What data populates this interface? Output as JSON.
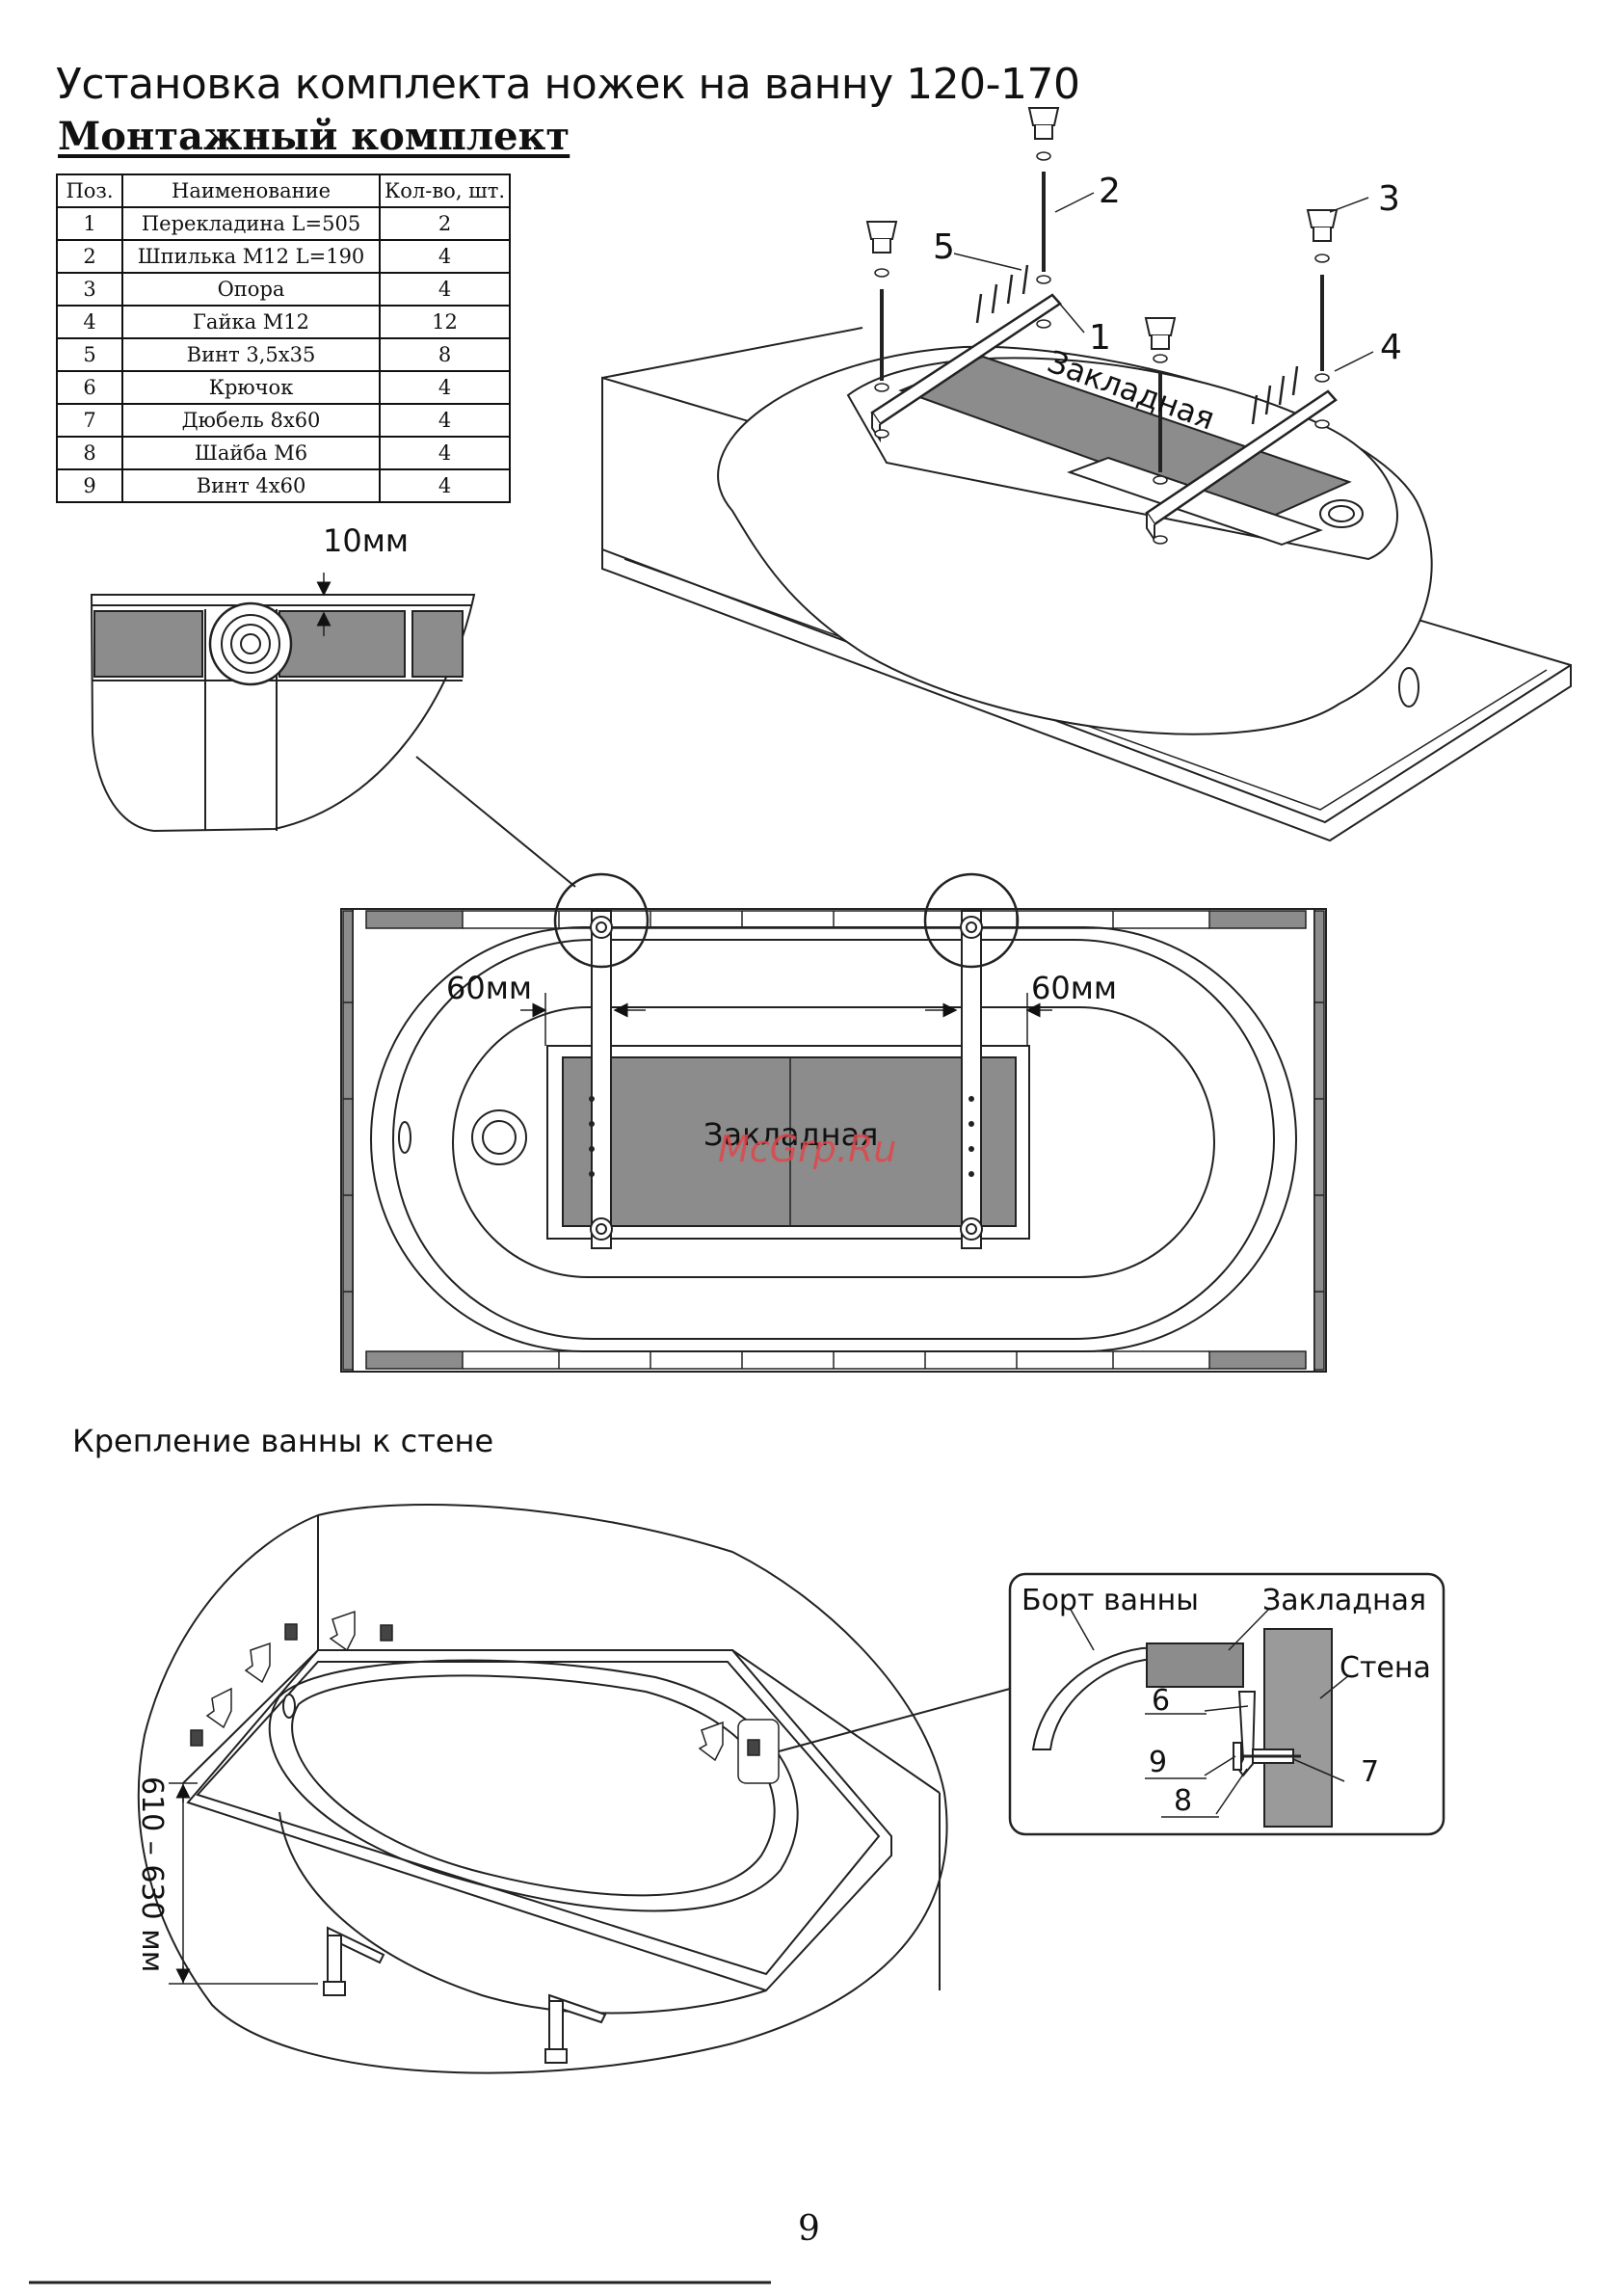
{
  "header": {
    "title": "Установка комплекта ножек на ванну 120-170",
    "subtitle": "Монтажный комплект"
  },
  "parts_table": {
    "columns": [
      "Поз.",
      "Наименование",
      "Кол-во, шт."
    ],
    "rows": [
      [
        "1",
        "Перекладина L=505",
        "2"
      ],
      [
        "2",
        "Шпилька M12 L=190",
        "4"
      ],
      [
        "3",
        "Опора",
        "4"
      ],
      [
        "4",
        "Гайка M12",
        "12"
      ],
      [
        "5",
        "Винт 3,5х35",
        "8"
      ],
      [
        "6",
        "Крючок",
        "4"
      ],
      [
        "7",
        "Дюбель 8х60",
        "4"
      ],
      [
        "8",
        "Шайба M6",
        "4"
      ],
      [
        "9",
        "Винт 4х60",
        "4"
      ]
    ]
  },
  "exploded_view": {
    "labels": [
      "1",
      "2",
      "3",
      "4",
      "5"
    ],
    "embed_label": "Закладная"
  },
  "detail_view": {
    "gap_label": "10мм"
  },
  "top_view": {
    "left_offset": "60мм",
    "right_offset": "60мм",
    "embed_label": "Закладная"
  },
  "wall_mount": {
    "section_title": "Крепление ванны к стене",
    "height_label": "610 – 630 мм",
    "detail_labels": {
      "rim": "Борт ванны",
      "embed": "Закладная",
      "wall": "Стена",
      "p6": "6",
      "p9": "9",
      "p8": "8",
      "p7": "7"
    }
  },
  "watermark": "McGrp.Ru",
  "page_number": "9"
}
